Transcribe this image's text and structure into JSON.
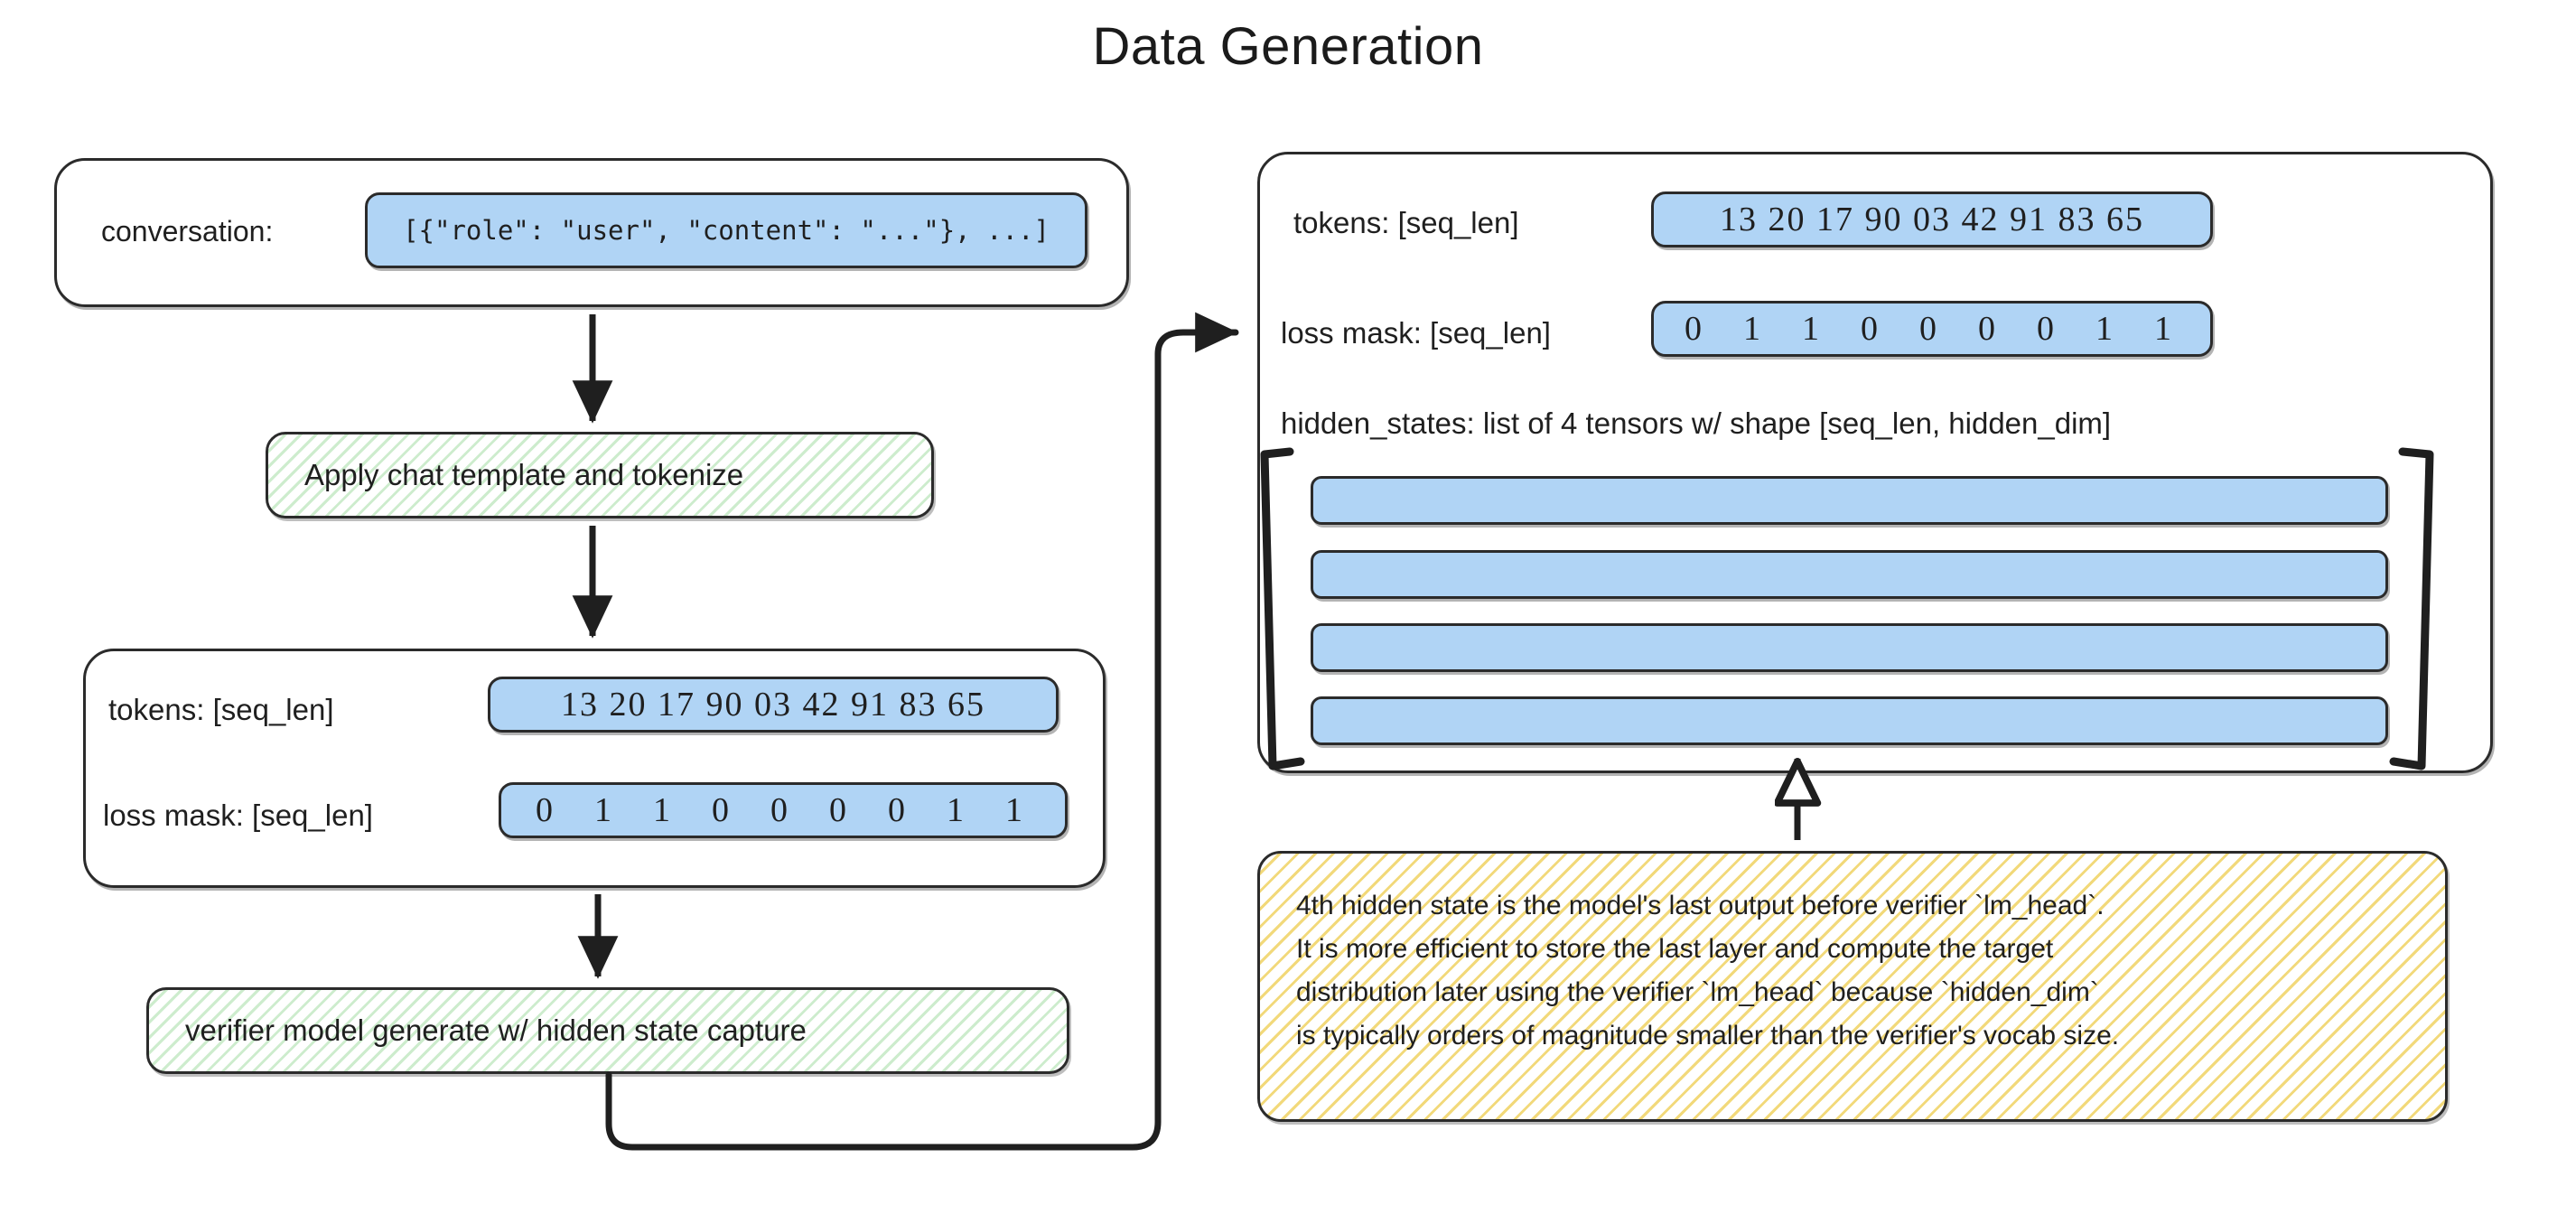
{
  "title": "Data Generation",
  "input_panel": {
    "conversation_label": "conversation:",
    "conversation_value": "[{\"role\": \"user\", \"content\": \"...\"}, ...]"
  },
  "steps": {
    "tokenize": "Apply chat template and tokenize",
    "generate": "verifier model generate w/ hidden state capture"
  },
  "left_tensor_panel": {
    "tokens_label": "tokens: [seq_len]",
    "tokens_value": "13 20 17 90 03 42 91 83 65",
    "loss_mask_label": "loss mask: [seq_len]",
    "loss_mask_value": "0  1  1  0  0  0  0  1  1"
  },
  "right_tensor_panel": {
    "tokens_label": "tokens: [seq_len]",
    "tokens_value": "13 20 17 90 03 42 91 83 65",
    "loss_mask_label": "loss mask: [seq_len]",
    "loss_mask_value": "0  1  1  0  0  0  0  1  1",
    "hidden_states_label": "hidden_states: list of 4 tensors w/ shape [seq_len, hidden_dim]",
    "hidden_state_count": 4,
    "bracket_open": "[",
    "bracket_close": "]"
  },
  "note": {
    "lines": [
      "4th hidden state is the model's last output before verifier `lm_head`.",
      "It is more efficient to store the last layer and compute the target",
      "distribution later using the verifier `lm_head` because `hidden_dim`",
      "is typically orders of magnitude smaller than the verifier's vocab size."
    ]
  },
  "colors": {
    "pill_blue": "#b0d4f5",
    "process_green": "#cdeccd",
    "note_yellow": "#f2d97a",
    "stroke": "#2b2b2b"
  },
  "chart_data": {
    "type": "table",
    "title": "Data Generation",
    "categories": [
      "tokens",
      "loss mask"
    ],
    "series": [
      {
        "name": "tokens",
        "values": [
          13,
          20,
          17,
          90,
          3,
          42,
          91,
          83,
          65
        ]
      },
      {
        "name": "loss mask",
        "values": [
          0,
          1,
          1,
          0,
          0,
          0,
          0,
          1,
          1
        ]
      }
    ],
    "xlabel": "seq_len",
    "ylabel": ""
  }
}
